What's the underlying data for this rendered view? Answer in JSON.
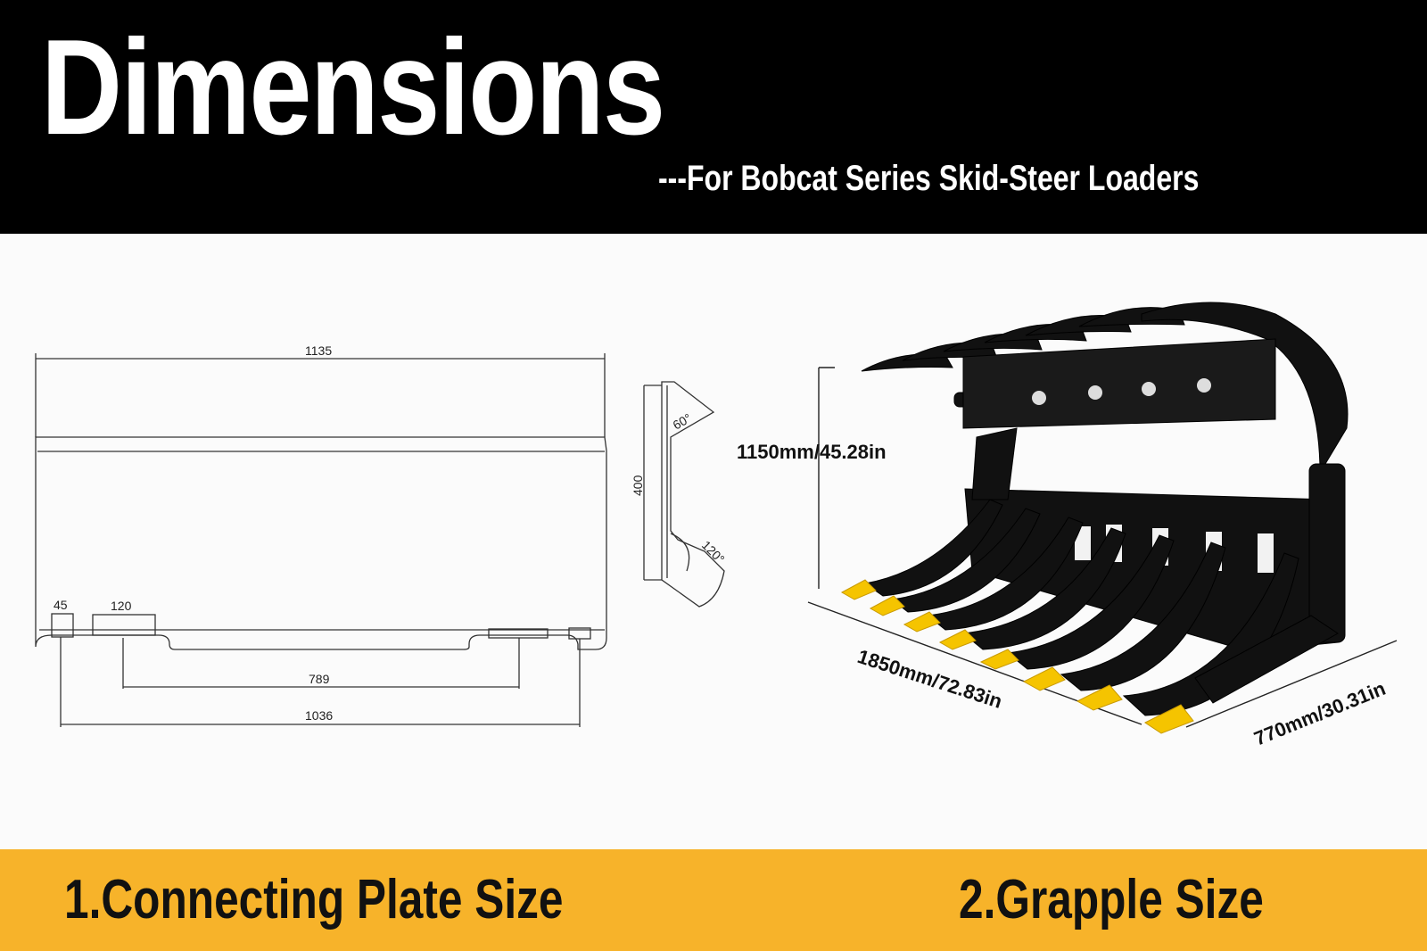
{
  "header": {
    "title": "Dimensions",
    "subtitle": "---For Bobcat Series Skid-Steer Loaders",
    "background_color": "#000000"
  },
  "plate_drawing": {
    "width_top": "1135",
    "height": "400",
    "angle_top": "60°",
    "angle_bottom": "120°",
    "slot_small": "45",
    "slot_large": "120",
    "inner_span": "789",
    "outer_span": "1036"
  },
  "grapple_drawing": {
    "height": "1150mm/45.28in",
    "length": "1850mm/72.83in",
    "depth": "770mm/30.31in",
    "tooth_color": "#f5c400",
    "body_color": "#111111"
  },
  "footer": {
    "caption_1": "1.Connecting Plate Size",
    "caption_2": "2.Grapple Size",
    "background_color": "#f7b32a"
  }
}
